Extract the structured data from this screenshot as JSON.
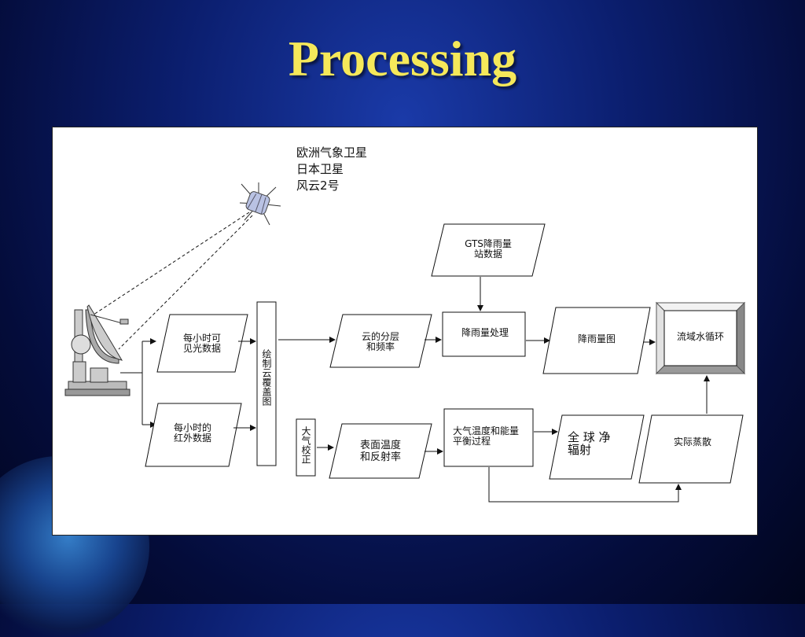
{
  "title": "Processing",
  "satellites": [
    "欧洲气象卫星",
    "日本卫星",
    "风云2号"
  ],
  "nodes": {
    "gts": "GTS降雨量\n站数据",
    "vis": "每小时可\n见光数据",
    "ir": "每小时的\n红外数据",
    "cloud_map": "绘制云覆盖图",
    "cloud_layer": "云的分层\n和频率",
    "atm_corr": "大气校正",
    "surface": "表面温度\n和反射率",
    "rain_proc": "降雨量处理",
    "rain_map": "降雨量图",
    "basin": "流域水循环",
    "energy": "大气温度和能量\n平衡过程",
    "radiation": "全 球 净\n辐射",
    "evap": "实际蒸散"
  }
}
